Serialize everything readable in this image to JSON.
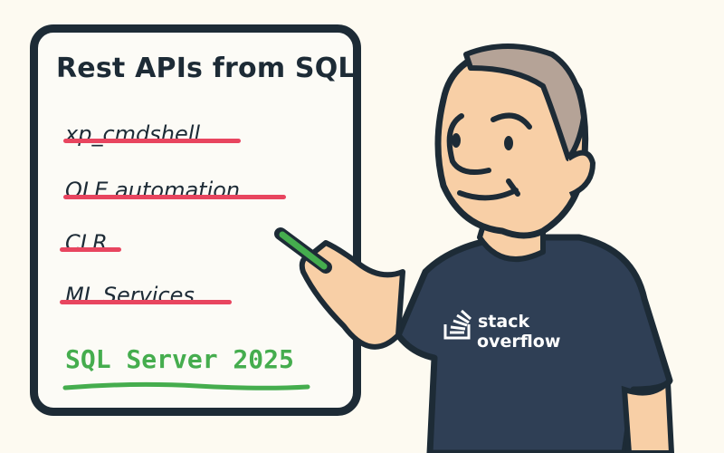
{
  "board": {
    "title": "Rest APIs from SQL",
    "crossed_items": [
      {
        "label": "xp_cmdshell"
      },
      {
        "label": "OLE automation"
      },
      {
        "label": "CLR"
      },
      {
        "label": "ML Services"
      }
    ],
    "highlight": "SQL Server 2025"
  },
  "shirt": {
    "logo_line1": "stack",
    "logo_line2": "overflow"
  },
  "colors": {
    "background": "#fdfaf1",
    "outline": "#1d2b36",
    "strike": "#e8455f",
    "highlight": "#45ad4e",
    "skin": "#f8cfa6",
    "hair": "#b5a397",
    "shirt": "#2f3f55"
  }
}
